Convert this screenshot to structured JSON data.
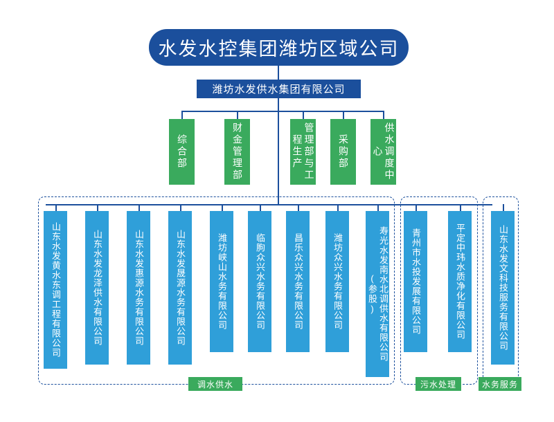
{
  "chart": {
    "root": {
      "label": "水发水控集团潍坊区域公司"
    },
    "level2": {
      "label": "潍坊水发供水集团有限公司"
    },
    "departments": [
      {
        "label": "综合部"
      },
      {
        "label": "财金管理部"
      },
      {
        "label": "管理部与工程生产"
      },
      {
        "label": "采购部"
      },
      {
        "label": "供水调度中心"
      }
    ],
    "subsidiaries": [
      {
        "label": "山东水发黄水东调工程有限公司",
        "group": "调水供水"
      },
      {
        "label": "山东水发龙泽供水有限公司",
        "group": "调水供水"
      },
      {
        "label": "山东水发惠源水务有限公司",
        "group": "调水供水"
      },
      {
        "label": "山东水发晟源水务有限公司",
        "group": "调水供水"
      },
      {
        "label": "潍坊峡山水务有限公司",
        "group": "调水供水"
      },
      {
        "label": "临朐众兴水务有限公司",
        "group": "调水供水"
      },
      {
        "label": "昌乐众兴水务有限公司",
        "group": "调水供水"
      },
      {
        "label": "潍坊众兴水务有限公司",
        "group": "调水供水"
      },
      {
        "label": "寿光水发南水北调供水有限公司(参股)",
        "group": "调水供水"
      },
      {
        "label": "青州市水投发展有限公司",
        "group": "污水处理"
      },
      {
        "label": "平定中玮水质净化有限公司",
        "group": "污水处理"
      },
      {
        "label": "山东水发文科技服务有限公司",
        "group": "水务服务"
      }
    ],
    "groups": [
      {
        "label": "调水供水"
      },
      {
        "label": "污水处理"
      },
      {
        "label": "水务服务"
      }
    ],
    "colors": {
      "root": "#1b4f9c",
      "department": "#3aaa5d",
      "subsidiary": "#2f9fd9",
      "line": "#1b4f9c",
      "text": "#ffffff"
    }
  }
}
